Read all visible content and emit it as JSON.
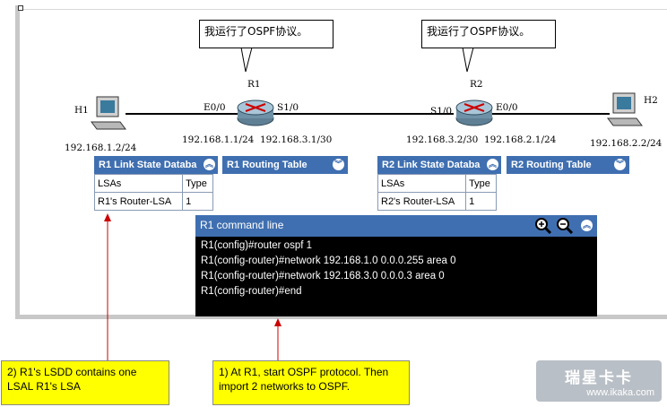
{
  "speech_bubbles": [
    "我运行了OSPF协议。",
    "我运行了OSPF协议。"
  ],
  "routers": [
    {
      "name": "R1",
      "left_port": "E0/0",
      "right_port": "S1/0",
      "left_ip": "192.168.1.1/24",
      "right_ip": "192.168.3.1/30"
    },
    {
      "name": "R2",
      "left_port": "S1/0",
      "right_port": "E0/0",
      "left_ip": "192.168.3.2/30",
      "right_ip": "192.168.2.1/24"
    }
  ],
  "hosts": [
    {
      "name": "H1",
      "ip": "192.168.1.2/24"
    },
    {
      "name": "H2",
      "ip": "192.168.2.2/24"
    }
  ],
  "r1_lsdb": {
    "title": "R1 Link State Databa",
    "headers": [
      "LSAs",
      "Type"
    ],
    "rows": [
      [
        "R1's Router-LSA",
        "1"
      ]
    ]
  },
  "r1_routing": {
    "title": "R1 Routing Table"
  },
  "r2_lsdb": {
    "title": "R2 Link State Databa",
    "headers": [
      "LSAs",
      "Type"
    ],
    "rows": [
      [
        "R2's Router-LSA",
        "1"
      ]
    ]
  },
  "r2_routing": {
    "title": "R2 Routing Table"
  },
  "command_line": {
    "title": "R1 command line",
    "lines": [
      "R1(config)#router ospf 1",
      "R1(config-router)#network 192.168.1.0 0.0.0.255 area 0",
      "R1(config-router)#network 192.168.3.0 0.0.0.3 area 0",
      "R1(config-router)#end"
    ]
  },
  "notes": [
    "2) R1's LSDD contains one LSAL R1's LSA",
    "1) At  R1, start OSPF protocol. Then import 2 networks to OSPF."
  ],
  "watermark": {
    "brand": "瑞星卡卡",
    "url": "www.ikaka.com"
  },
  "colors": {
    "panel": "#3f6fb0",
    "note": "#ffff00",
    "arrow": "#cc0000"
  }
}
